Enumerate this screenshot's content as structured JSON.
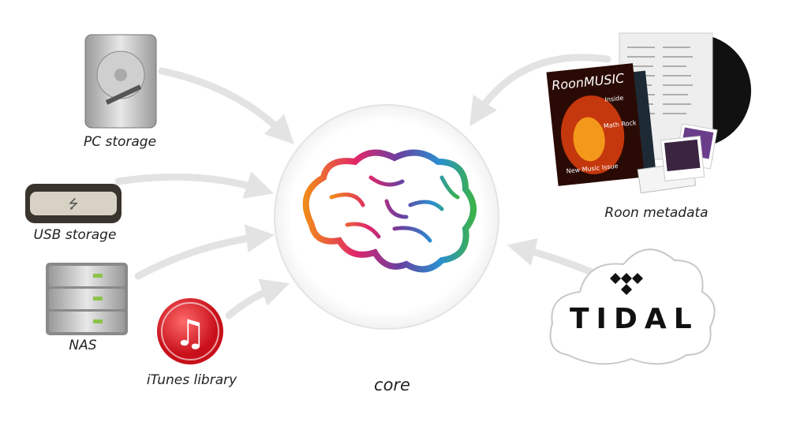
{
  "sources": {
    "pc_storage": "PC storage",
    "usb_storage": "USB storage",
    "nas": "NAS",
    "itunes": "iTunes library",
    "roon_metadata": "Roon metadata",
    "tidal": "TIDAL"
  },
  "core_label": "core",
  "magazine": {
    "title": "RoonMUSIC",
    "inside": "Inside",
    "feature": "Math Rock",
    "issue": "New Music Issue"
  },
  "colors": {
    "arrow": "#e3e3e3",
    "itunes_red": "#e0262b",
    "circle_border": "#dcdcdc"
  }
}
